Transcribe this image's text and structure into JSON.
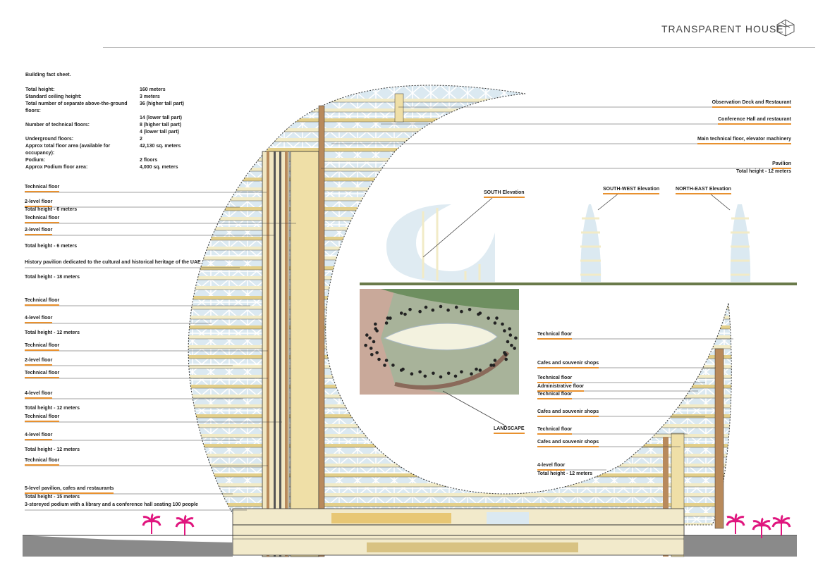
{
  "header": {
    "title": "TRANSPARENT HOUSE",
    "logo_icon": "cube-outline-icon"
  },
  "facts": {
    "title": "Building fact sheet.",
    "rows": [
      {
        "key": "Total height:",
        "value": "160 meters"
      },
      {
        "key": "Standard ceiling height:",
        "value": "3 meters"
      },
      {
        "key": "Total number of separate above-the-ground floors:",
        "value": "36 (higher tall part)"
      },
      {
        "key": "",
        "value": "14 (lower tall part)"
      },
      {
        "key": "Number of technical floors:",
        "value": "8 (higher tall part)"
      },
      {
        "key": "",
        "value": "4 (lower tall part)"
      },
      {
        "key": "Underground floors:",
        "value": "2"
      },
      {
        "key": "Approx total floor area (available for occupancy):",
        "value": "42,130 sq. meters"
      },
      {
        "key": "Podium:",
        "value": "2 floors"
      },
      {
        "key": "Approx Podium floor area:",
        "value": "4,000 sq. meters"
      }
    ]
  },
  "left_labels": [
    {
      "text": "Technical floor",
      "underline": true
    },
    {
      "text": "2-level floor",
      "underline": true
    },
    {
      "text": "Total height - 6 meters",
      "underline": false
    },
    {
      "text": "Technical floor",
      "underline": true
    },
    {
      "text": "2-level floor",
      "underline": true
    },
    {
      "text": "Total height - 6 meters",
      "underline": false
    },
    {
      "text": "History pavilion dedicated to the cultural and historical heritage of the UAE",
      "underline": false
    },
    {
      "text": "Total height - 18 meters",
      "underline": false
    },
    {
      "text": "Technical floor",
      "underline": true
    },
    {
      "text": "4-level floor",
      "underline": true
    },
    {
      "text": "Total height - 12 meters",
      "underline": false
    },
    {
      "text": "Technical floor",
      "underline": true
    },
    {
      "text": "2-level floor",
      "underline": true
    },
    {
      "text": "Technical floor",
      "underline": true
    },
    {
      "text": "4-level floor",
      "underline": true
    },
    {
      "text": "Total height - 12 meters",
      "underline": false
    },
    {
      "text": "Technical floor",
      "underline": true
    },
    {
      "text": "4-level floor",
      "underline": true
    },
    {
      "text": "Total height - 12 meters",
      "underline": false
    },
    {
      "text": "Technical floor",
      "underline": true
    },
    {
      "text": "5-level pavilion, cafes and restaurants",
      "underline": true
    },
    {
      "text": "Total height - 15 meters",
      "underline": false
    },
    {
      "text": "3-storeyed podium with a library and a conference hall seating 100 people",
      "underline": false
    }
  ],
  "right_top_labels": [
    {
      "text": "Observation Deck and Restaurant",
      "underline": true
    },
    {
      "text": "Conference Hall and restaurant",
      "underline": true
    },
    {
      "text": "Main technical floor, elevator machinery",
      "underline": true
    },
    {
      "text": "Pavilion",
      "underline": true
    },
    {
      "text": "Total height - 12 meters",
      "underline": false
    }
  ],
  "right_lower_labels": [
    {
      "text": "Technical floor",
      "underline": true
    },
    {
      "text": "Cafes and souvenir shops",
      "underline": true
    },
    {
      "text": "Technical floor",
      "underline": true
    },
    {
      "text": "Administrative floor",
      "underline": true
    },
    {
      "text": "Technical floor",
      "underline": true
    },
    {
      "text": "Cafes and souvenir shops",
      "underline": true
    },
    {
      "text": "Technical floor",
      "underline": true
    },
    {
      "text": "Cafes and souvenir shops",
      "underline": true
    },
    {
      "text": "4-level floor",
      "underline": true
    },
    {
      "text": "Total height - 12 meters",
      "underline": false
    }
  ],
  "inset_labels": {
    "south": "SOUTH Elevation",
    "southwest": "SOUTH-WEST Elevation",
    "northeast": "NORTH-EAST Elevation",
    "landscape": "LANDSCAPE"
  },
  "colors": {
    "accent": "#e8912f",
    "palm": "#e0157e",
    "structure": "#b88a5c",
    "facade_fill": "#e8e0b8",
    "sky_glass": "#cfe3ef"
  }
}
